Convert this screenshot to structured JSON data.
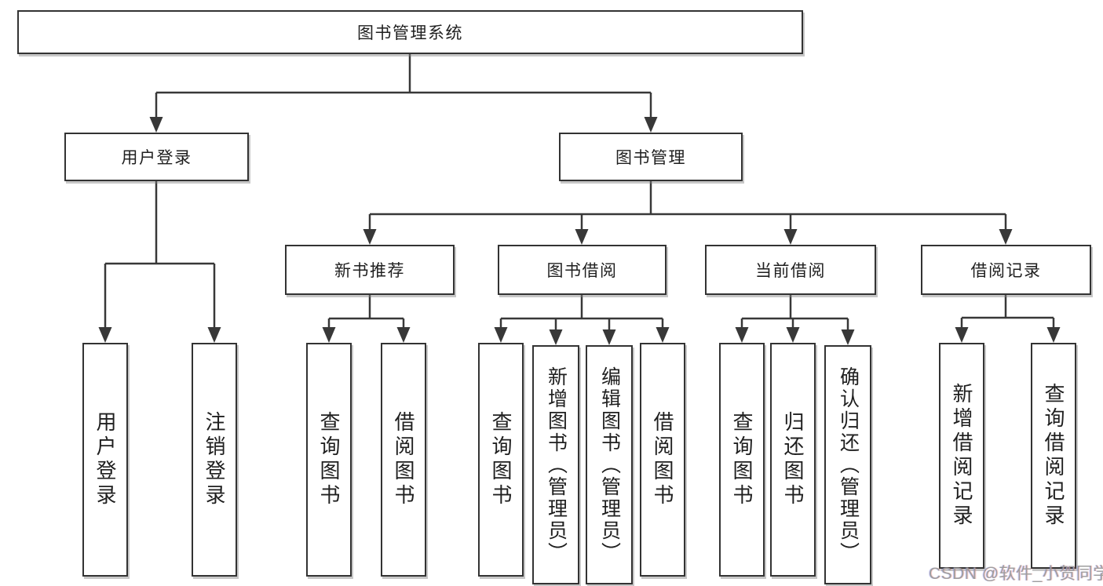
{
  "diagram": {
    "root": {
      "label": "图书管理系统"
    },
    "branches": [
      {
        "label": "用户登录",
        "children": [
          {
            "label": "用户登录"
          },
          {
            "label": "注销登录"
          }
        ]
      },
      {
        "label": "图书管理",
        "children": [
          {
            "label": "新书推荐",
            "children": [
              {
                "label": "查询图书"
              },
              {
                "label": "借阅图书"
              }
            ]
          },
          {
            "label": "图书借阅",
            "children": [
              {
                "label": "查询图书"
              },
              {
                "label": "新增图书（管理员）"
              },
              {
                "label": "编辑图书（管理员）"
              },
              {
                "label": "借阅图书"
              }
            ]
          },
          {
            "label": "当前借阅",
            "children": [
              {
                "label": "查询图书"
              },
              {
                "label": "归还图书"
              },
              {
                "label": "确认归还（管理员）"
              }
            ]
          },
          {
            "label": "借阅记录",
            "children": [
              {
                "label": "新增借阅记录"
              },
              {
                "label": "查询借阅记录"
              }
            ]
          }
        ]
      }
    ]
  },
  "colors": {
    "line": "#383838",
    "box_border": "#333333",
    "text": "#1f1f1f",
    "background": "#ffffff",
    "watermark": "#9e9e9e"
  },
  "watermark": {
    "text": "CSDN @软件_小贺同学"
  }
}
